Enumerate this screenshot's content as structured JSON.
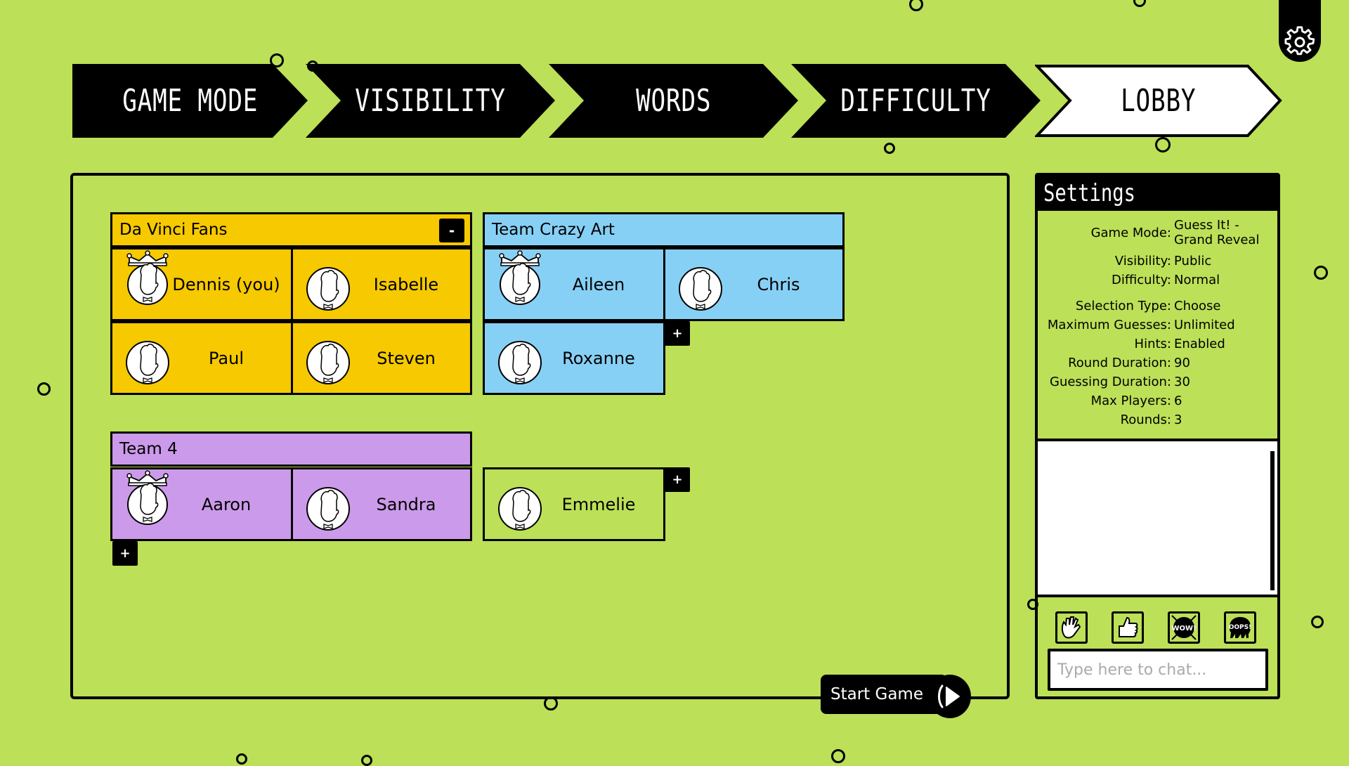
{
  "steps": [
    {
      "label": "Game Mode",
      "active": false
    },
    {
      "label": "Visibility",
      "active": false
    },
    {
      "label": "Words",
      "active": false
    },
    {
      "label": "Difficulty",
      "active": false
    },
    {
      "label": "Lobby",
      "active": true
    }
  ],
  "settings_button_icon": "gear-icon",
  "teams": [
    {
      "name": "Da Vinci Fans",
      "color": "#f6c900",
      "has_remove_button": true,
      "remove_label": "-",
      "players": [
        {
          "name": "Dennis (you)",
          "leader": true
        },
        {
          "name": "Isabelle",
          "leader": false
        },
        {
          "name": "Paul",
          "leader": false
        },
        {
          "name": "Steven",
          "leader": false
        }
      ]
    },
    {
      "name": "Team Crazy Art",
      "color": "#87d0f5",
      "add_label": "+",
      "players": [
        {
          "name": "Aileen",
          "leader": true
        },
        {
          "name": "Chris",
          "leader": false
        },
        {
          "name": "Roxanne",
          "leader": false
        }
      ]
    },
    {
      "name": "Team 4",
      "color": "#cc9aea",
      "add_label": "+",
      "players": [
        {
          "name": "Aaron",
          "leader": true
        },
        {
          "name": "Sandra",
          "leader": false
        }
      ]
    }
  ],
  "unassigned": {
    "add_label": "+",
    "players": [
      {
        "name": "Emmelie",
        "leader": false
      }
    ]
  },
  "settings": {
    "title": "Settings",
    "rows": [
      {
        "label": "Game Mode:",
        "value_line1": "Guess It! -",
        "value_line2": "Grand Reveal"
      },
      {
        "label": "Visibility:",
        "value": "Public"
      },
      {
        "label": "Difficulty:",
        "value": "Normal"
      },
      {
        "label": "Selection Type:",
        "value": "Choose"
      },
      {
        "label": "Maximum Guesses:",
        "value": "Unlimited"
      },
      {
        "label": "Hints:",
        "value": "Enabled"
      },
      {
        "label": "Round Duration:",
        "value": "90"
      },
      {
        "label": "Guessing Duration:",
        "value": "30"
      },
      {
        "label": "Max Players:",
        "value": "6"
      },
      {
        "label": "Rounds:",
        "value": "3"
      }
    ]
  },
  "chat": {
    "emotes": [
      {
        "name": "wave",
        "icon": "wave-hand-icon"
      },
      {
        "name": "thumbs-up",
        "icon": "thumbs-up-icon"
      },
      {
        "name": "wow",
        "icon": "wow-icon",
        "text": "WOW!"
      },
      {
        "name": "oops",
        "icon": "oops-icon",
        "text": "OOPS!"
      }
    ],
    "input_value": "",
    "input_placeholder": "Type here to chat..."
  },
  "start_game": {
    "label": "Start Game"
  },
  "colors": {
    "background": "#bce057",
    "yellow_team": "#f6c900",
    "blue_team": "#87d0f5",
    "purple_team": "#cc9aea",
    "ink": "#000000"
  }
}
